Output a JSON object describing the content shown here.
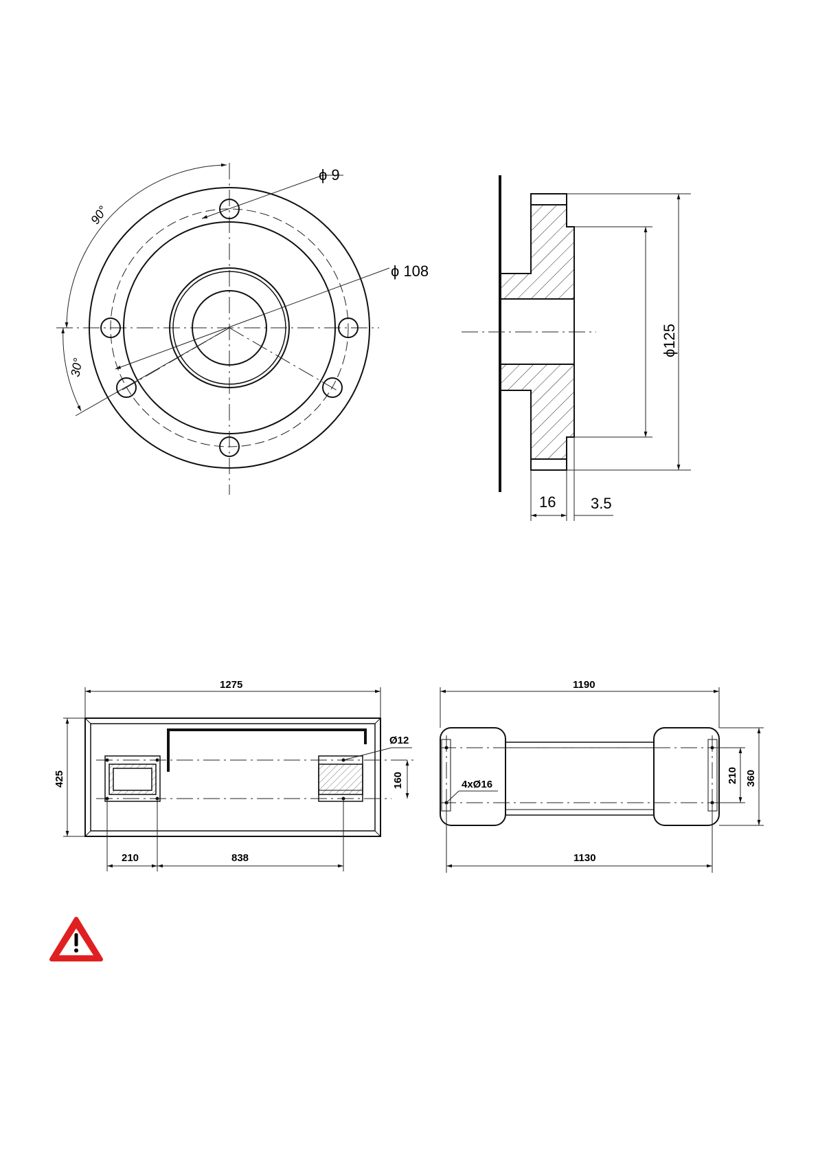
{
  "flange_front": {
    "hole_dia_label": "ϕ 9",
    "bolt_circle_label": "ϕ 108",
    "angle_90_label": "90°",
    "angle_30_label": "30°"
  },
  "flange_side": {
    "outer_dia_label": "ϕ125",
    "thickness_label": "16",
    "step_label": "3.5"
  },
  "base_front": {
    "width_label": "1275",
    "height_label": "425",
    "hole_label": "Ø12",
    "spacing_label": "160",
    "left_offset_label": "210",
    "center_span_label": "838"
  },
  "base_top": {
    "width_label": "1190",
    "hole_span_label": "1130",
    "holes_label": "4xØ16",
    "inner_label": "210",
    "outer_label": "360"
  },
  "colors": {
    "warning_red": "#e02020",
    "line": "#111111"
  },
  "icons": [
    "warning-icon"
  ]
}
